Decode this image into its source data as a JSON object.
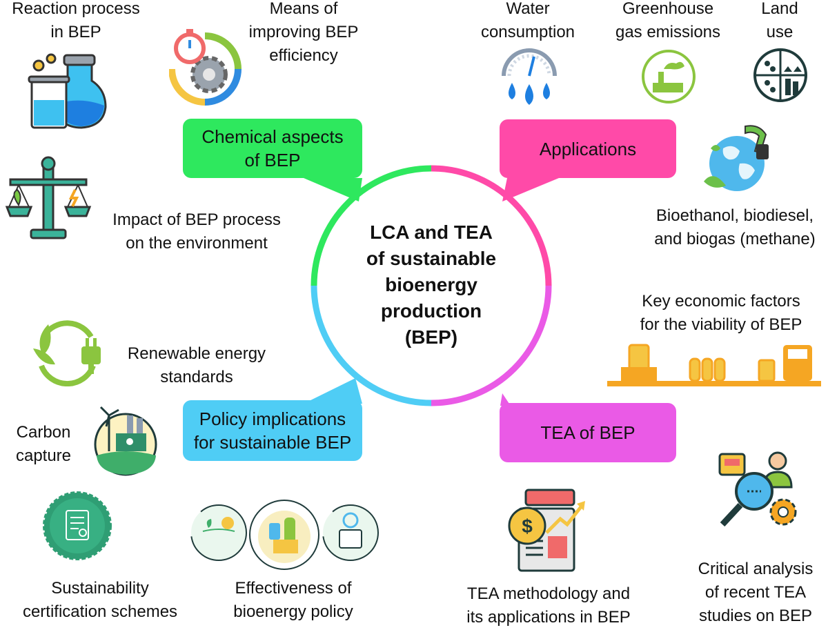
{
  "center": {
    "title": "LCA and TEA\nof sustainable\nbioenergy\nproduction\n(BEP)"
  },
  "branches": {
    "chemical": {
      "label": "Chemical aspects\nof BEP",
      "color": "#2ee85e"
    },
    "applications": {
      "label": "Applications",
      "color": "#ff4aa8"
    },
    "policy": {
      "label": "Policy implications\nfor sustainable BEP",
      "color": "#4fcdf5"
    },
    "tea": {
      "label": "TEA of BEP",
      "color": "#ea5ae6"
    }
  },
  "labels": {
    "reaction": "Reaction process\nin BEP",
    "means": "Means of\nimproving BEP\nefficiency",
    "impact": "Impact of BEP process\non the environment",
    "water": "Water\nconsumption",
    "ghg": "Greenhouse\ngas emissions",
    "land": "Land\nuse",
    "fuels": "Bioethanol, biodiesel,\nand biogas (methane)",
    "econ": "Key economic factors\nfor the viability of BEP",
    "renewable": "Renewable energy\nstandards",
    "carbon": "Carbon\ncapture",
    "certification": "Sustainability\ncertification schemes",
    "effectiveness": "Effectiveness of\nbioenergy policy",
    "methodology": "TEA methodology and\nits applications in BEP",
    "critical": "Critical analysis\nof recent TEA\nstudies on BEP"
  },
  "icons": [
    "flask-icon",
    "stopwatch-gear-icon",
    "balance-scale-icon",
    "water-gauge-icon",
    "factory-emissions-icon",
    "land-use-icon",
    "biofuel-globe-icon",
    "production-chain-icon",
    "leaf-plug-icon",
    "carbon-capture-icon",
    "certificate-badge-icon",
    "policy-circles-icon",
    "financial-report-icon",
    "analysis-magnifier-icon"
  ]
}
